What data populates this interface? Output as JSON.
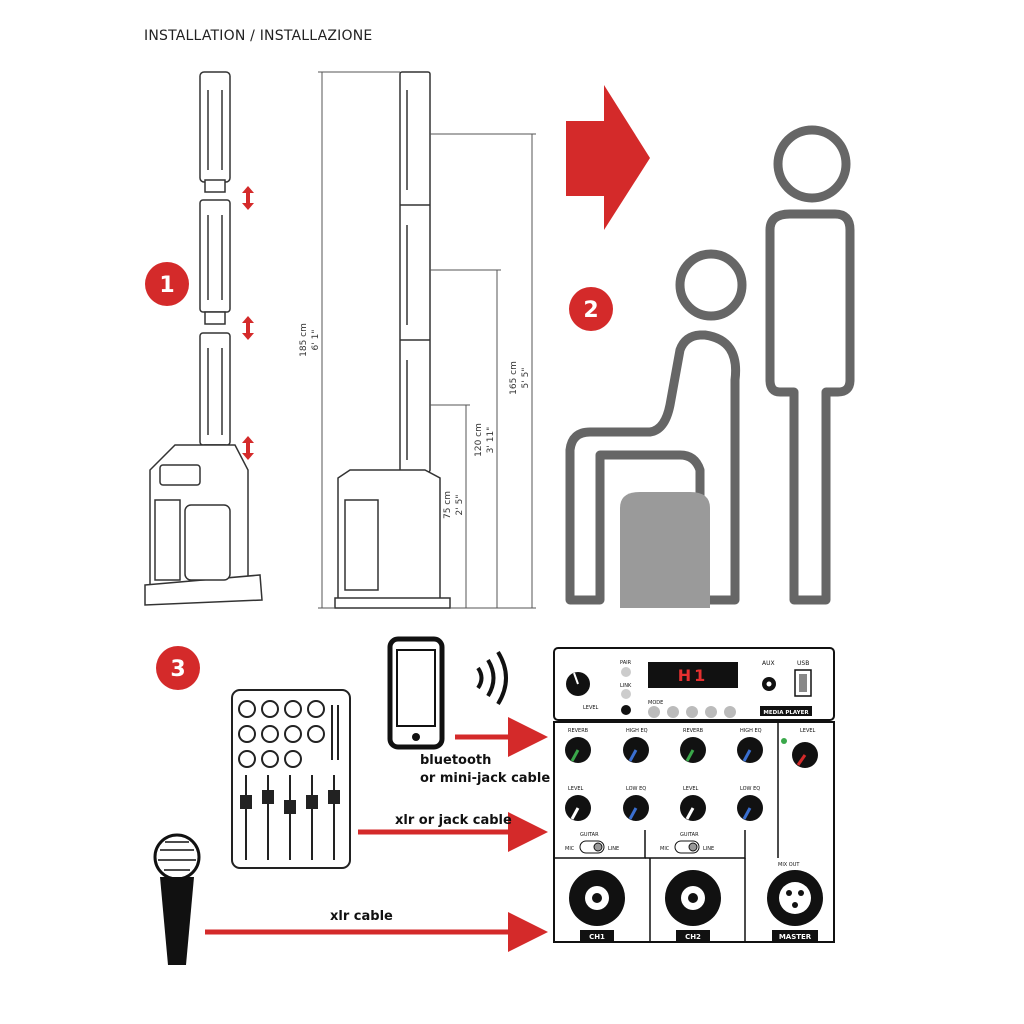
{
  "title": "INSTALLATION / INSTALLAZIONE",
  "accent_color": "#d42a2a",
  "steps": {
    "one": "1",
    "two": "2",
    "three": "3"
  },
  "dimensions": {
    "h185_cm": "185 cm",
    "h185_in": "6' 1\"",
    "h165_cm": "165 cm",
    "h165_in": "5' 5\"",
    "h120_cm": "120 cm",
    "h120_in": "3' 11\"",
    "h75_cm": "75 cm",
    "h75_in": "2' 5\""
  },
  "connections": {
    "bluetooth_line1": "bluetooth",
    "bluetooth_line2": "or mini-jack cable",
    "xlr_jack": "xlr or jack cable",
    "xlr": "xlr cable"
  },
  "panel": {
    "display": "H1",
    "pair": "PAIR",
    "link": "LINK",
    "level": "LEVEL",
    "mode": "MODE",
    "aux": "AUX",
    "usb": "USB",
    "media_player": "MEDIA PLAYER",
    "reverb": "REVERB",
    "high_eq": "HIGH EQ",
    "low_eq": "LOW EQ",
    "guitar": "GUITAR",
    "mic": "MIC",
    "line": "LINE",
    "mix_out": "MIX OUT",
    "ch1": "CH1",
    "ch2": "CH2",
    "master": "MASTER"
  }
}
